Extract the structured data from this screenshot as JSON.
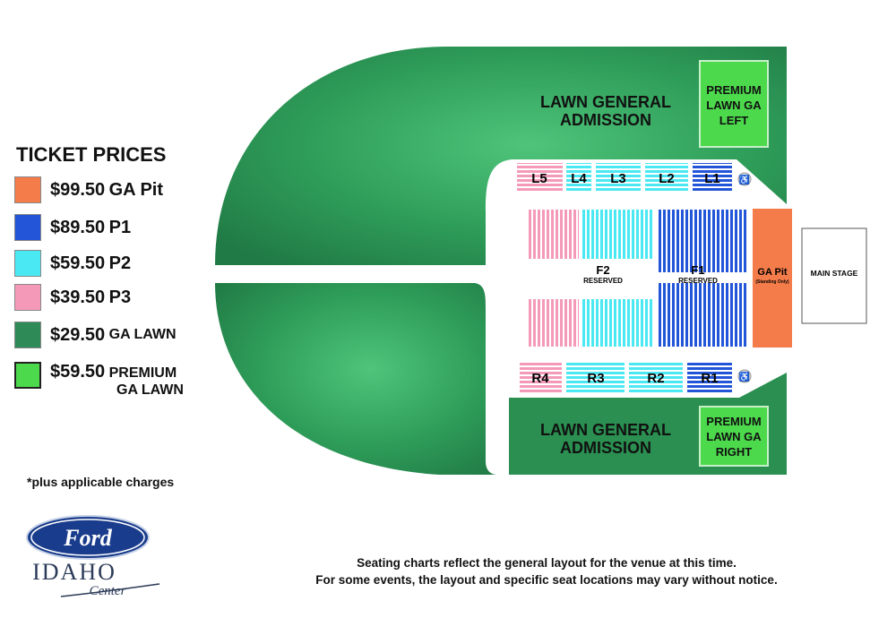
{
  "legend": {
    "title": "TICKET PRICES",
    "items": [
      {
        "price": "$99.50",
        "label": "GA Pit",
        "color": "#f47c4a"
      },
      {
        "price": "$89.50",
        "label": "P1",
        "color": "#2255d8"
      },
      {
        "price": "$59.50",
        "label": "P2",
        "color": "#4ae8f2"
      },
      {
        "price": "$39.50",
        "label": "P3",
        "color": "#f49ab8"
      },
      {
        "price": "$29.50",
        "label": "GA LAWN",
        "color": "#2e8b57"
      },
      {
        "price": "$59.50",
        "label": "PREMIUM",
        "label2": "GA LAWN",
        "color": "#4cd94c"
      }
    ],
    "note": "*plus applicable charges"
  },
  "venue": {
    "lawn_top_label_1": "LAWN GENERAL",
    "lawn_top_label_2": "ADMISSION",
    "lawn_bottom_label_1": "LAWN GENERAL",
    "lawn_bottom_label_2": "ADMISSION",
    "premium_left_1": "PREMIUM",
    "premium_left_2": "LAWN GA",
    "premium_left_3": "LEFT",
    "premium_right_1": "PREMIUM",
    "premium_right_2": "LAWN GA",
    "premium_right_3": "RIGHT",
    "sections_left": [
      "L5",
      "L4",
      "L3",
      "L2",
      "L1"
    ],
    "sections_right": [
      "R4",
      "R3",
      "R2",
      "R1"
    ],
    "floor_f2": "F2",
    "floor_f2_sub": "RESERVED",
    "floor_f1": "F1",
    "floor_f1_sub": "RESERVED",
    "ga_pit": "GA Pit",
    "ga_pit_sub": "(Standing Only)",
    "main_stage": "MAIN STAGE",
    "accessible_icon": "wheelchair-icon"
  },
  "logo": {
    "brand": "Ford",
    "name": "IDAHO",
    "tagline": "Center"
  },
  "disclaimer": {
    "line1": "Seating charts reflect the general layout for the venue at this time.",
    "line2": "For some events, the layout and specific seat locations may vary without notice."
  }
}
